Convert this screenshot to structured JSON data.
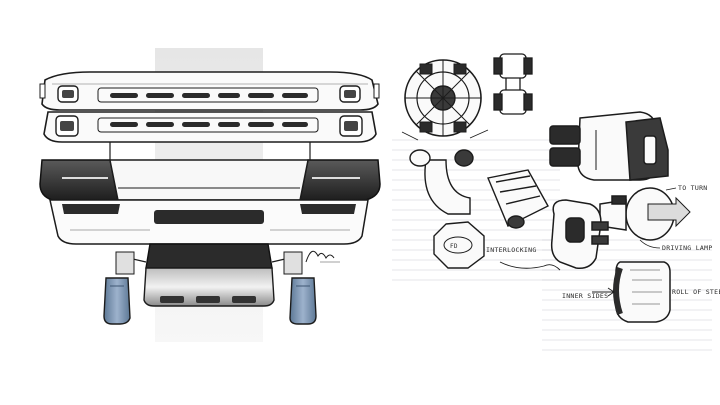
{
  "annotations": {
    "interlocking": "INTERLOCKING",
    "to_turn": "TO TURN",
    "driving_lamp": "DRIVING LAMP",
    "inner_sides": "INNER SIDES",
    "roll_of_steel": "ROLL OF STEEL"
  },
  "colors": {
    "ink": "#1c1c1c",
    "marker_grey": "#cfcfcf",
    "dark_marker": "#2b2b2b",
    "blue_guard": "#7c96b5",
    "paper_lines": "#c9c9d2"
  },
  "signature": "signature-scribble"
}
